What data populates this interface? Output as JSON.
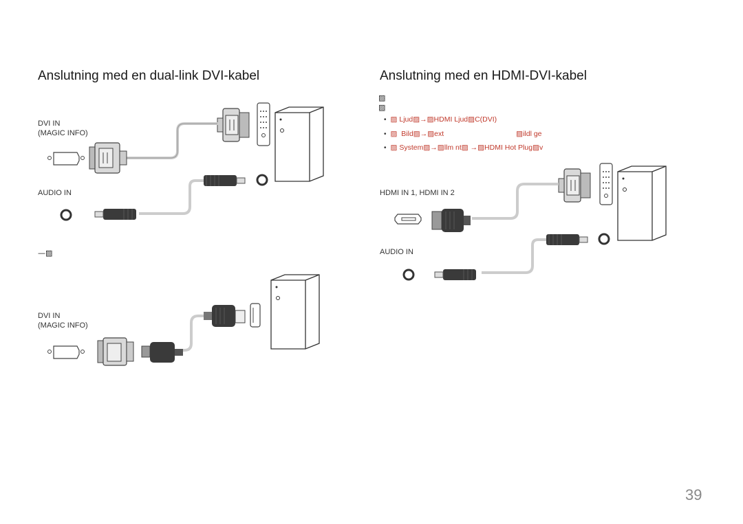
{
  "left": {
    "heading": "Anslutning med en dual-link DVI-kabel",
    "dvi_label_1": "DVI IN",
    "dvi_label_1b": "(MAGIC INFO)",
    "audio_label": "AUDIO IN",
    "note_glyph": "—▨",
    "dvi_label_2": "DVI IN",
    "dvi_label_2b": "(MAGIC INFO)"
  },
  "right": {
    "heading": "Anslutning med en HDMI-DVI-kabel",
    "glyph_line_1": "▨",
    "glyph_line_2": "▨",
    "bullets": [
      "▨  Ljud▨→▨HDMI Ljud▨C(DVI)",
      "▨  Bild▨→▨ext                                    ▨ildl ge",
      "▨  System▨→▨llm nt▨ →▨HDMI Hot Plug▨v"
    ],
    "hdmi_label": "HDMI IN 1,  HDMI IN 2",
    "audio_label": "AUDIO IN"
  },
  "page_number": "39"
}
